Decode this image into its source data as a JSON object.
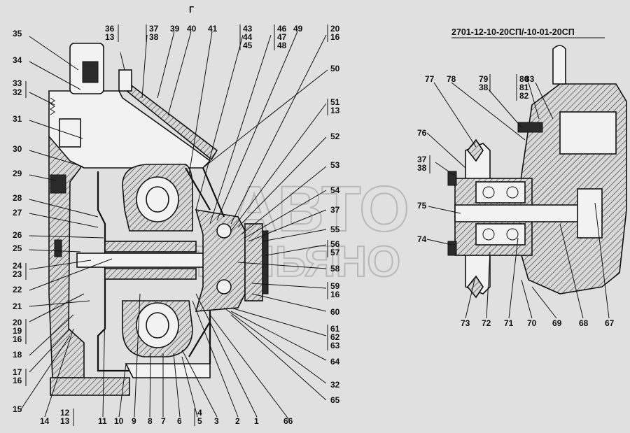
{
  "view_letter": "Г",
  "model_title": "2701-12-10-20СП/-10-01-20СП",
  "watermark": {
    "line1": "АВТО",
    "line2": "ИТАЛЬЯНО"
  },
  "labels_left": {
    "l35": "35",
    "l34": "34",
    "l33": "33",
    "l32": "32",
    "l31": "31",
    "l30": "30",
    "l29": "29",
    "l28": "28",
    "l27": "27",
    "l26": "26",
    "l25": "25",
    "l24": "24",
    "l23": "23",
    "l22": "22",
    "l21": "21",
    "l20": "20",
    "l19": "19",
    "l16a": "16",
    "l18": "18",
    "l17": "17",
    "l16b": "16",
    "l15": "15"
  },
  "labels_top": {
    "l36": "36",
    "l13a": "13",
    "l37": "37",
    "l38": "38",
    "l39": "39",
    "l40": "40",
    "l41": "41",
    "l43": "43",
    "l44": "44",
    "l45": "45",
    "l46": "46",
    "l47": "47",
    "l48": "48",
    "l49": "49",
    "l20": "20",
    "l16": "16"
  },
  "labels_right": {
    "l50": "50",
    "l51": "51",
    "l13": "13",
    "l52": "52",
    "l53": "53",
    "l54": "54",
    "l37": "37",
    "l55": "55",
    "l56": "56",
    "l57": "57",
    "l58": "58",
    "l59": "59",
    "l16": "16",
    "l60": "60",
    "l61": "61",
    "l62": "62",
    "l63": "63",
    "l64": "64",
    "l32": "32",
    "l65": "65"
  },
  "labels_bottom": {
    "l14": "14",
    "l12": "12",
    "l13": "13",
    "l11": "11",
    "l10": "10",
    "l9": "9",
    "l8": "8",
    "l7": "7",
    "l6": "6",
    "l4": "4",
    "l5": "5",
    "l3": "3",
    "l2": "2",
    "l1": "1",
    "l66": "66"
  },
  "labels_detail": {
    "l77": "77",
    "l78": "78",
    "l79": "79",
    "l38": "38",
    "l80": "80",
    "l81": "81",
    "l82": "82",
    "l83": "83",
    "l76": "76",
    "l37": "37",
    "l38b": "38",
    "l75": "75",
    "l74": "74",
    "l73": "73",
    "l72": "72",
    "l71": "71",
    "l70": "70",
    "l69": "69",
    "l68": "68",
    "l67": "67"
  }
}
